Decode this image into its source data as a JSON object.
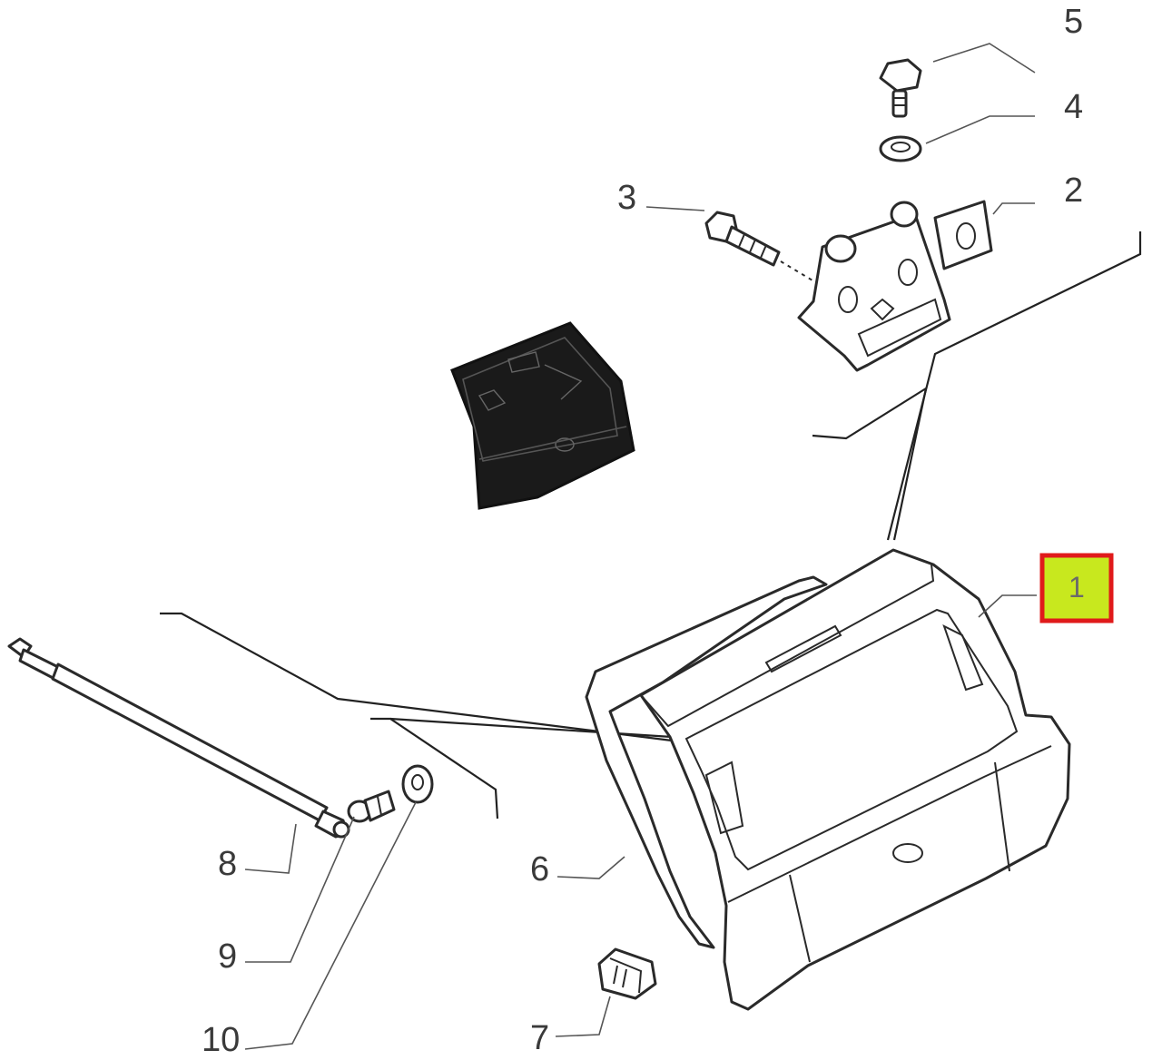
{
  "diagram": {
    "parts": [
      {
        "id": "1",
        "label": "1",
        "name": "tailgate",
        "highlighted": true
      },
      {
        "id": "2",
        "label": "2",
        "name": "hinge"
      },
      {
        "id": "3",
        "label": "3",
        "name": "bolt"
      },
      {
        "id": "4",
        "label": "4",
        "name": "washer"
      },
      {
        "id": "5",
        "label": "5",
        "name": "flange-bolt"
      },
      {
        "id": "6",
        "label": "6",
        "name": "weatherstrip-seal"
      },
      {
        "id": "7",
        "label": "7",
        "name": "rubber-bump-stop"
      },
      {
        "id": "8",
        "label": "8",
        "name": "gas-strut"
      },
      {
        "id": "9",
        "label": "9",
        "name": "ball-stud"
      },
      {
        "id": "10",
        "label": "10",
        "name": "strut-washer"
      }
    ],
    "colors": {
      "highlight_fill": "#c8e81e",
      "highlight_border": "#e01a1a",
      "line": "#2a2a2a",
      "glass_panel": "#1a1a1a"
    }
  }
}
